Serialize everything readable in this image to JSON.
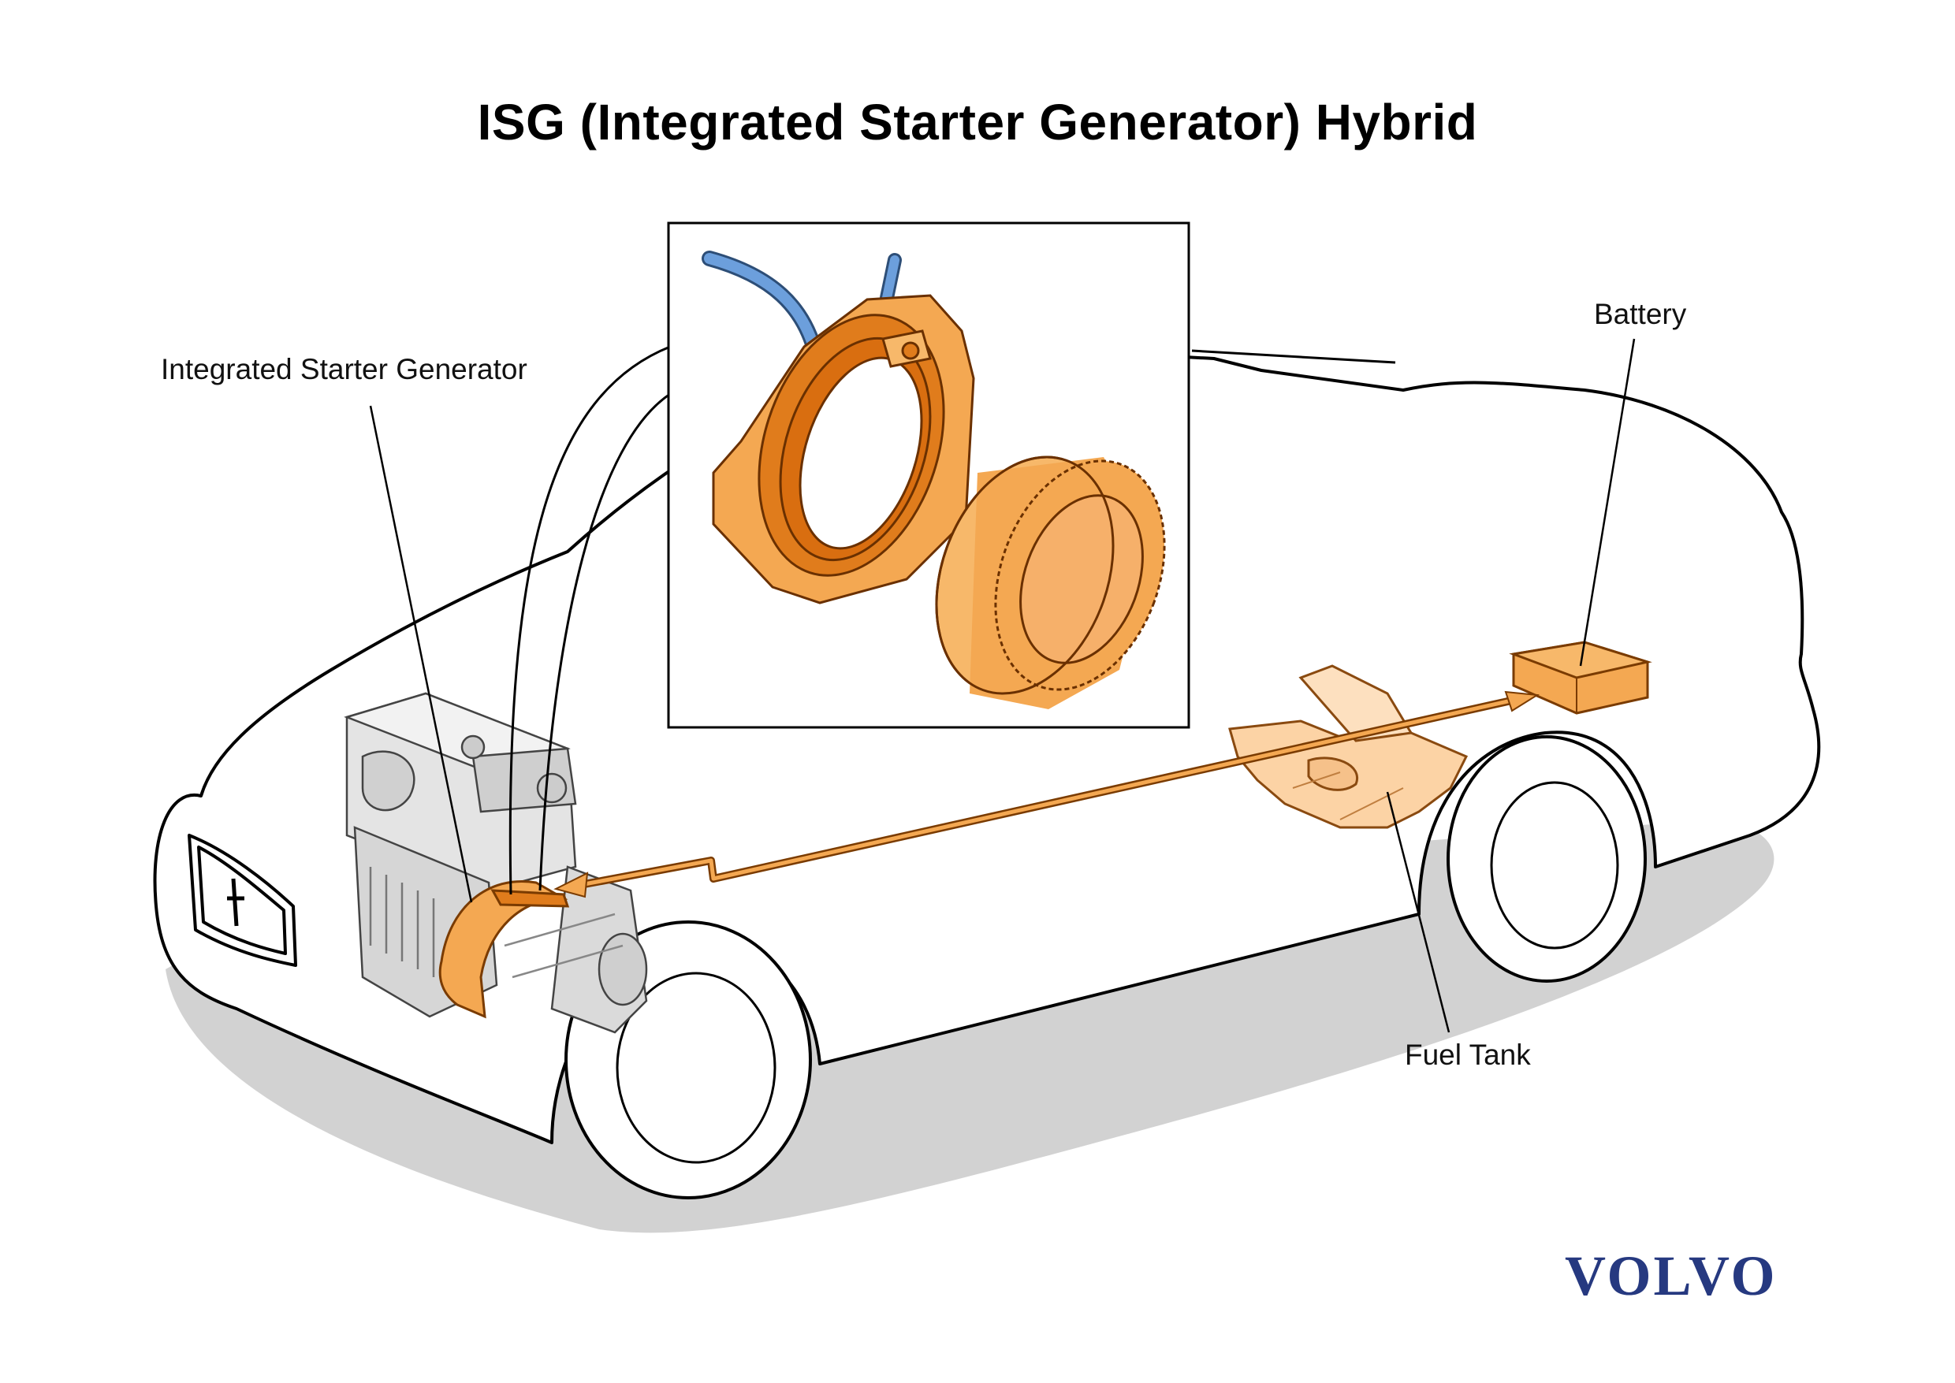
{
  "title": "ISG (Integrated Starter Generator) Hybrid",
  "labels": {
    "isg": "Integrated Starter Generator",
    "battery": "Battery",
    "fuel_tank": "Fuel Tank"
  },
  "logo": {
    "text": "VOLVO",
    "color": "#263980"
  },
  "colors": {
    "component_orange": "#f4a852",
    "component_orange_dark": "#e07c1c",
    "fuel_tank_fill": "#fcd3a5",
    "car_outline": "#000000",
    "shadow": "#d2d2d2",
    "cable_blue": "#6c9fdc",
    "engine_gray": "#dcdcdc"
  },
  "icons": [
    "car-outline",
    "engine-icon",
    "isg-stator-icon",
    "isg-rotor-icon",
    "battery-icon",
    "fuel-tank-icon",
    "power-flow-arrow"
  ]
}
